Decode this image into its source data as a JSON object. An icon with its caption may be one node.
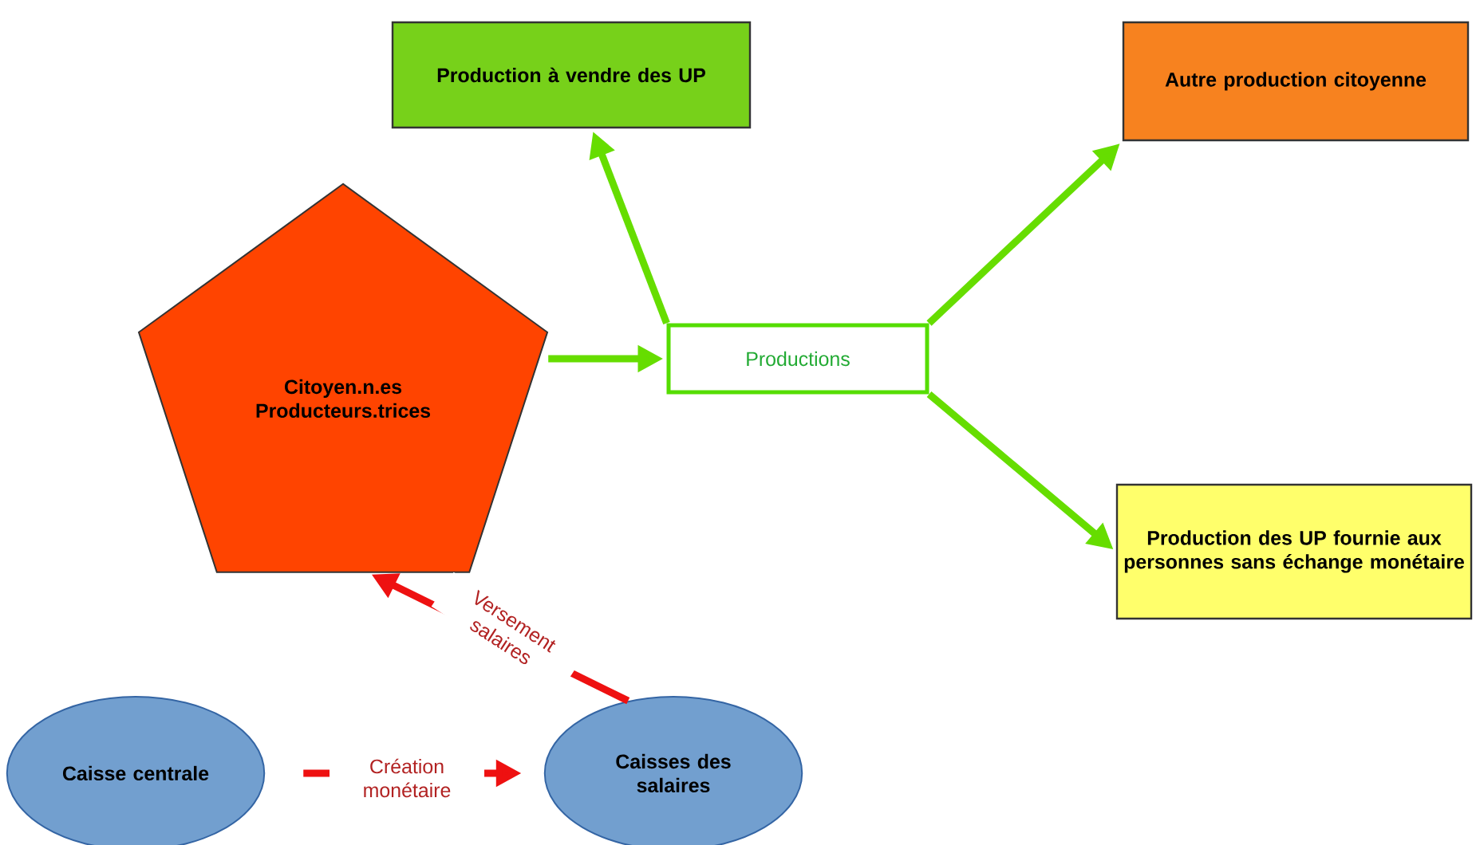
{
  "diagram": {
    "nodes": [
      {
        "text": [
          "Production à vendre des UP"
        ]
      },
      {
        "text": [
          "Autre production citoyenne"
        ]
      },
      {
        "text": [
          "Citoyen.n.es Producteurs.trices"
        ]
      },
      {
        "text": [
          "Productions"
        ]
      },
      {
        "text": [
          "Production des UP fournie aux personnes sans échange monétaire"
        ]
      },
      {
        "text": [
          "Caisse centrale"
        ]
      },
      {
        "text": [
          "Caisses des salaires"
        ]
      }
    ],
    "edges": [
      {
        "from": 3,
        "to": 0,
        "arrow": "to"
      },
      {
        "from": 3,
        "to": 1,
        "arrow": "to"
      },
      {
        "from": 3,
        "to": 4,
        "arrow": "to"
      },
      {
        "from": 2,
        "to": 3,
        "arrow": "to"
      },
      {
        "from": 6,
        "to": 2,
        "arrow": "to",
        "label": "Versement salaires",
        "color": "#ee1111"
      },
      {
        "from": 5,
        "to": 6,
        "arrow": "to",
        "label": "Création monétaire",
        "color": "#ee1111"
      }
    ]
  }
}
